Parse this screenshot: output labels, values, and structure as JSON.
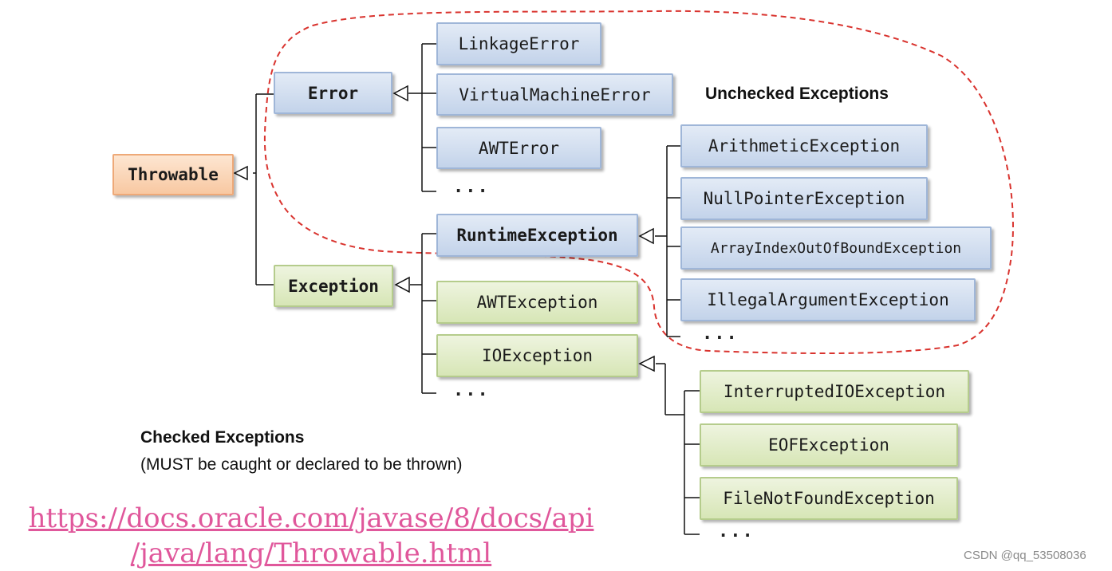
{
  "nodes": {
    "throwable": "Throwable",
    "error": "Error",
    "exception": "Exception",
    "linkage_error": "LinkageError",
    "virtual_machine_error": "VirtualMachineError",
    "awt_error": "AWTError",
    "runtime_exception": "RuntimeException",
    "awt_exception": "AWTException",
    "io_exception": "IOException",
    "arithmetic_exception": "ArithmeticException",
    "null_pointer_exception": "NullPointerException",
    "array_index_out_of_bound_exception": "ArrayIndexOutOfBoundException",
    "illegal_argument_exception": "IllegalArgumentException",
    "interrupted_io_exception": "InterruptedIOException",
    "eof_exception": "EOFException",
    "file_not_found_exception": "FileNotFoundException"
  },
  "ellipsis": "...",
  "labels": {
    "unchecked": "Unchecked Exceptions",
    "checked": "Checked Exceptions",
    "checked_note": "(MUST be caught or declared to be thrown)"
  },
  "link": {
    "line1": "https://docs.oracle.com/javase/8/docs/api",
    "line2": "/java/lang/Throwable.html"
  },
  "watermark": "CSDN @qq_53508036",
  "colors": {
    "blue_box": "#c3d3ea",
    "green_box": "#d7e6b6",
    "orange_box": "#f8c8a2",
    "dashed_outline": "#d9332e",
    "link": "#e0579b"
  }
}
